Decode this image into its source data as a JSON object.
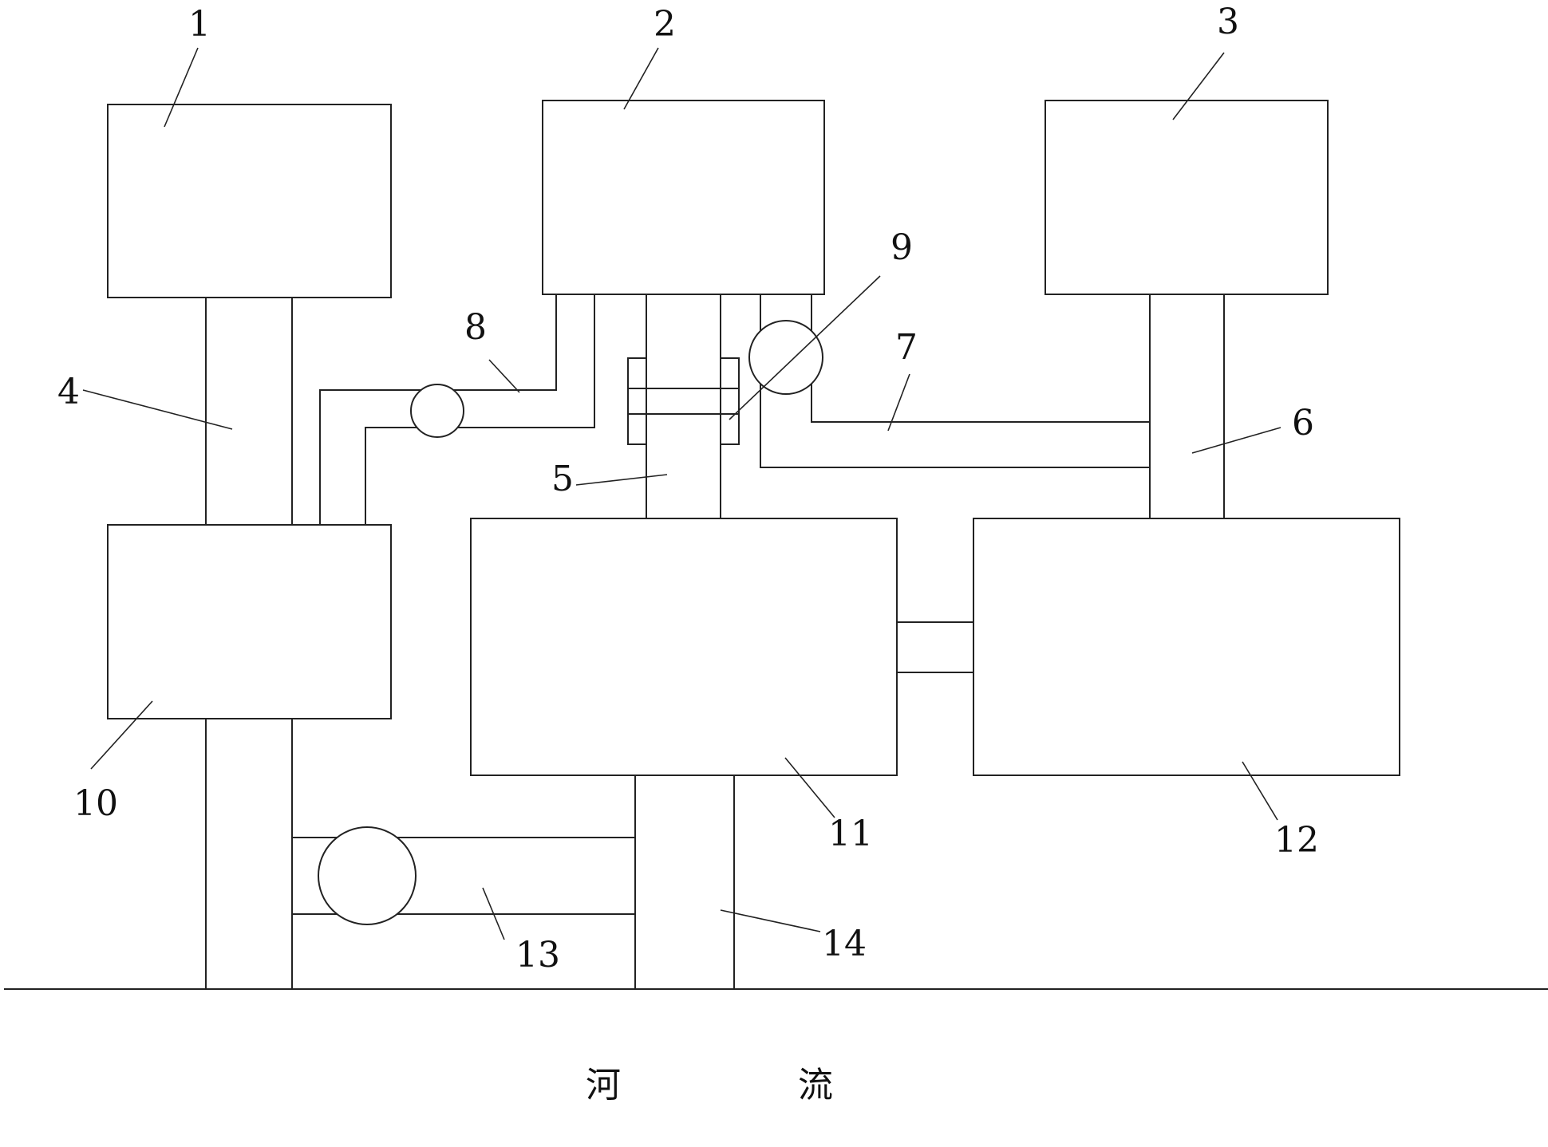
{
  "labels": {
    "l1": "1",
    "l2": "2",
    "l3": "3",
    "l4": "4",
    "l5": "5",
    "l6": "6",
    "l7": "7",
    "l8": "8",
    "l9": "9",
    "l10": "10",
    "l11": "11",
    "l12": "12",
    "l13": "13",
    "l14": "14"
  },
  "river": {
    "char1": "河",
    "char2": "流"
  }
}
